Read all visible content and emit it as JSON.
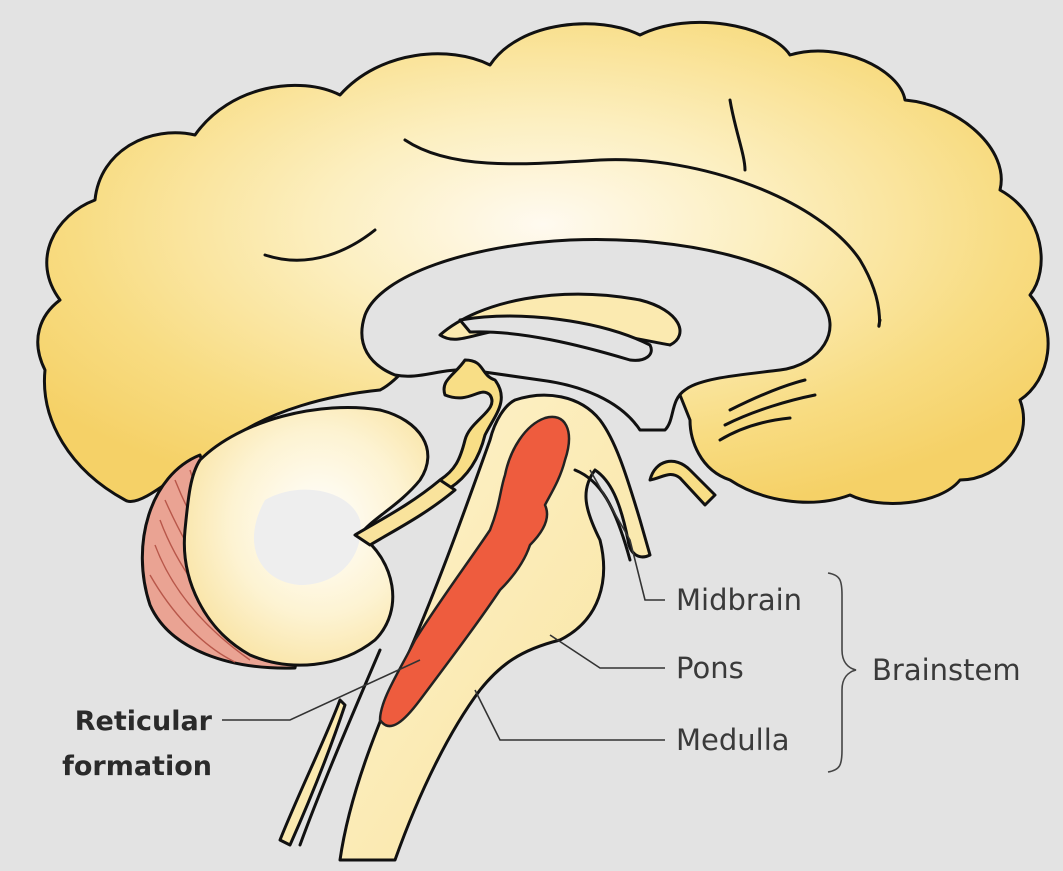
{
  "labels": {
    "midbrain": "Midbrain",
    "pons": "Pons",
    "medulla": "Medulla",
    "brainstem": "Brainstem",
    "reticular_line1": "Reticular",
    "reticular_line2": "formation"
  },
  "colors": {
    "background": "#e3e3e3",
    "cortex": "#f7d772",
    "cortex_light": "#fdf1c4",
    "cerebellum_stripes": "#e8998a",
    "reticular_formation": "#ee5c3e",
    "outline": "#111111"
  }
}
